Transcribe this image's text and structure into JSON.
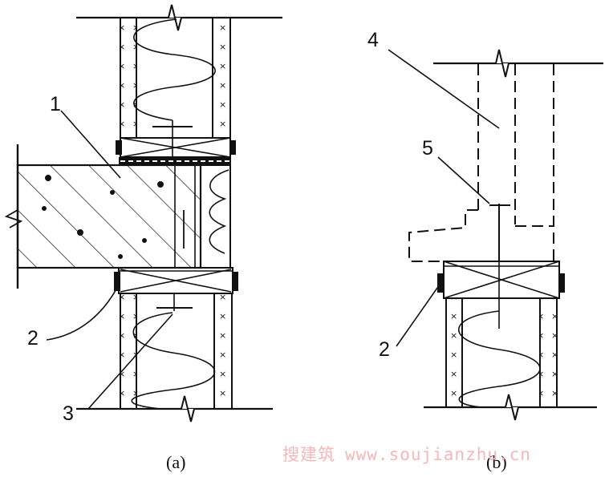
{
  "callouts": {
    "one": "1",
    "two_a": "2",
    "three": "3",
    "four": "4",
    "five": "5",
    "two_b": "2"
  },
  "captions": {
    "a": "(a)",
    "b": "(b)"
  },
  "watermark": {
    "cn": "搜建筑",
    "url": "www.soujianzhu.cn",
    "color": "#f4b8b8"
  }
}
